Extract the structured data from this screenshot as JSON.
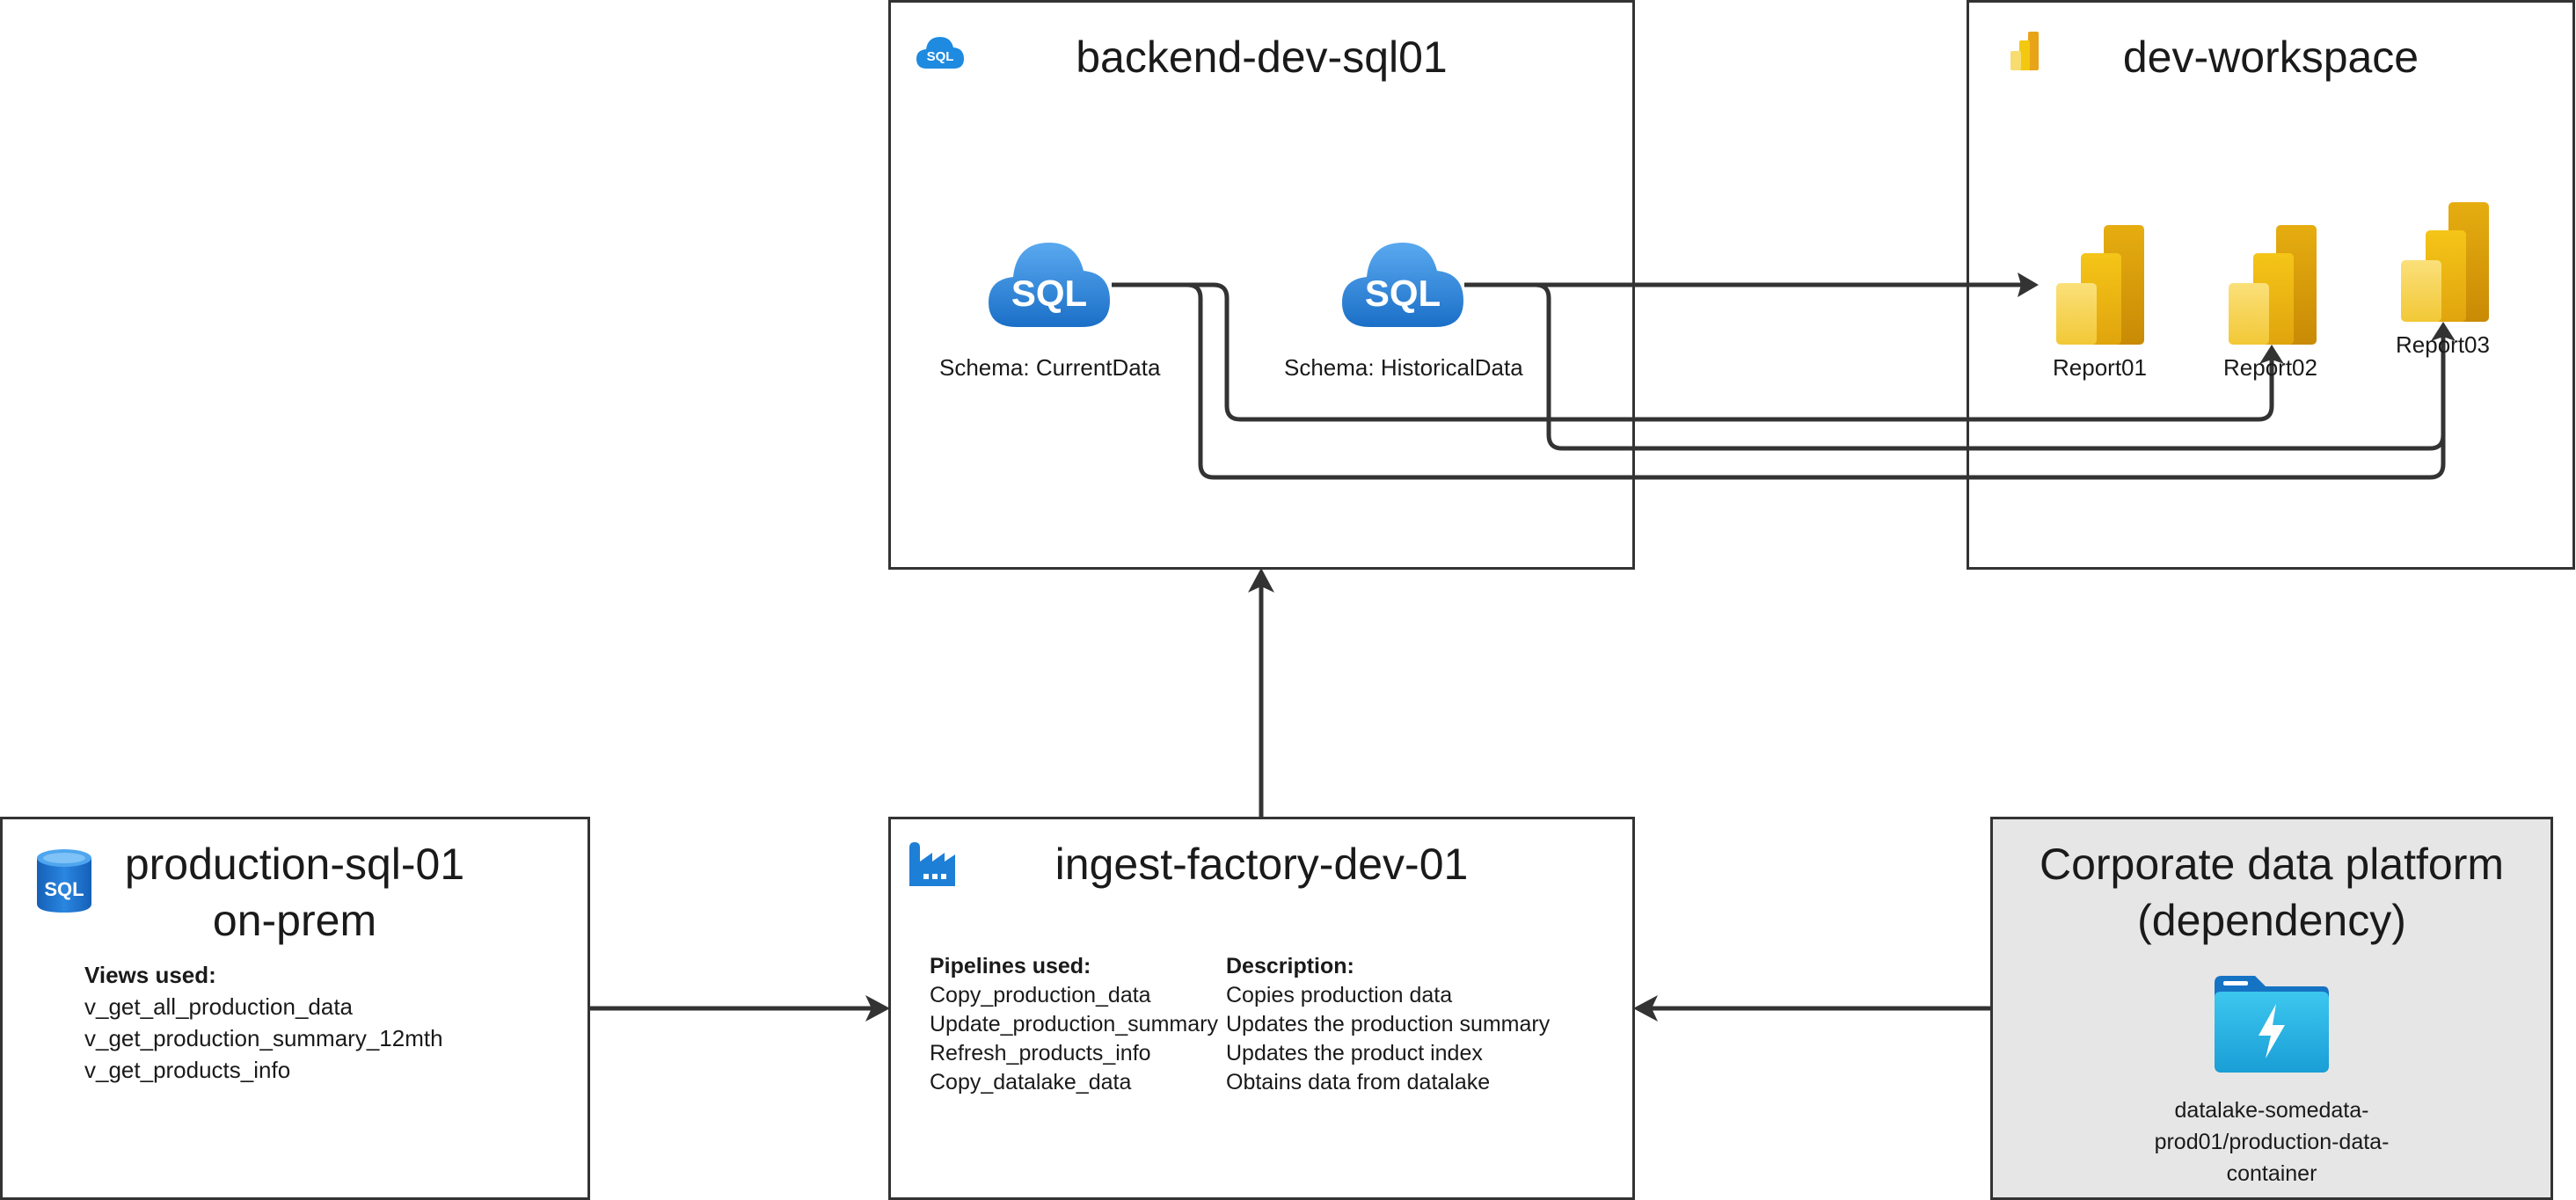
{
  "nodes": {
    "backend": {
      "title": "backend-dev-sql01",
      "schemas": [
        "Schema: CurrentData",
        "Schema: HistoricalData"
      ]
    },
    "workspace": {
      "title": "dev-workspace",
      "reports": [
        "Report01",
        "Report02",
        "Report03"
      ]
    },
    "production": {
      "title_line1": "production-sql-01",
      "title_line2": "on-prem",
      "views_header": "Views used:",
      "views": [
        "v_get_all_production_data",
        "v_get_production_summary_12mth",
        "v_get_products_info"
      ]
    },
    "ingest": {
      "title": "ingest-factory-dev-01",
      "pipelines_header": "Pipelines used:",
      "description_header": "Description:",
      "pipelines": [
        "Copy_production_data",
        "Update_production_summary",
        "Refresh_products_info",
        "Copy_datalake_data"
      ],
      "descriptions": [
        "Copies production data",
        "Updates the production summary",
        "Updates the product index",
        "Obtains data from datalake"
      ]
    },
    "corporate": {
      "title_line1": "Corporate data platform",
      "title_line2": "(dependency)",
      "datalake_lines": [
        "datalake-somedata-",
        "prod01/production-data-",
        "container"
      ]
    }
  },
  "icons": {
    "sql_cloud": "sql-cloud-icon",
    "sql_database": "sql-database-icon",
    "power_bi": "power-bi-report-icon",
    "data_factory": "data-factory-icon",
    "datalake": "datalake-folder-icon"
  },
  "colors": {
    "line": "#333333",
    "azure_blue": "#1e8ae0",
    "powerbi_yellow": "#f2c811",
    "box_grey": "#e6e6e6"
  }
}
